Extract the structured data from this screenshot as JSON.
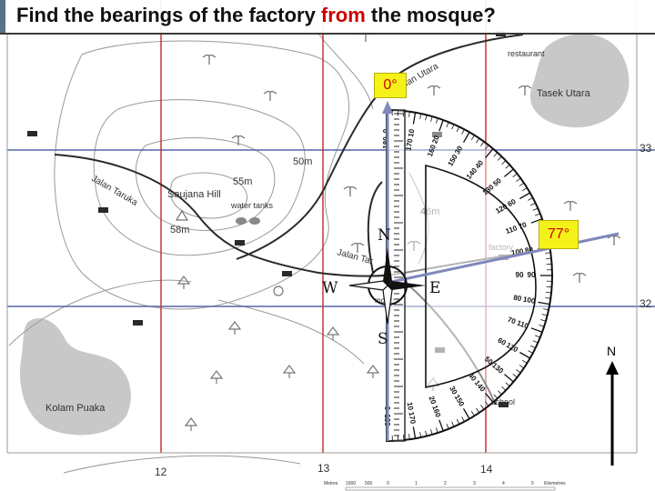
{
  "title": {
    "prefix": "Find the bearings of the factory ",
    "highlight": "from",
    "suffix": " the mosque?"
  },
  "map": {
    "labels": {
      "restaurant": "restaurant",
      "tasek_utara": "Tasek Utara",
      "jalan_utara": "Jalan Utara",
      "contour_50m": "50m",
      "contour_55m": "55m",
      "contour_58m": "58m",
      "contour_46m": "46m",
      "jalan_taruka": "Jalan Taruka",
      "saujana_hill": "Saujana Hill",
      "water_tanks": "water tanks",
      "jalan_taruka_2": "Jalan Tar",
      "factory": "factory",
      "mosque": "mosque",
      "school": "school",
      "kolam_puaka": "Kolam Puaka"
    },
    "grid": {
      "easting_labels": [
        "12",
        "13",
        "14"
      ],
      "northing_labels": [
        "33",
        "32"
      ]
    },
    "scale_bar": {
      "units_left": "Metres",
      "ticks": [
        "1000",
        "500",
        "0",
        "1",
        "2",
        "3",
        "4",
        "5"
      ],
      "units_right": "Kilometres"
    },
    "north_arrow_label": "N",
    "colors": {
      "grid_blue": "#5566aa",
      "grid_red": "#cc3333",
      "road": "#2a2a2a",
      "lake": "#c8c8c8",
      "bearing_line": "#7f88bb",
      "highlight_box": "#f5f21a",
      "title_accent": "#cc0000"
    }
  },
  "compass": {
    "north": "N",
    "south": "S",
    "east": "E",
    "west": "W"
  },
  "protractor": {
    "outer_scale": [
      "0",
      "10",
      "20",
      "30",
      "40",
      "50",
      "60",
      "70",
      "80",
      "90",
      "100",
      "110",
      "120",
      "130",
      "140",
      "150",
      "160",
      "170",
      "180"
    ],
    "inner_scale": [
      "180",
      "170",
      "160",
      "150",
      "140",
      "130",
      "120",
      "110",
      "100",
      "90",
      "80",
      "70",
      "60",
      "50",
      "40",
      "30",
      "20",
      "10",
      "0"
    ]
  },
  "annotations": {
    "north_angle": "0°",
    "bearing_angle": "77°"
  }
}
